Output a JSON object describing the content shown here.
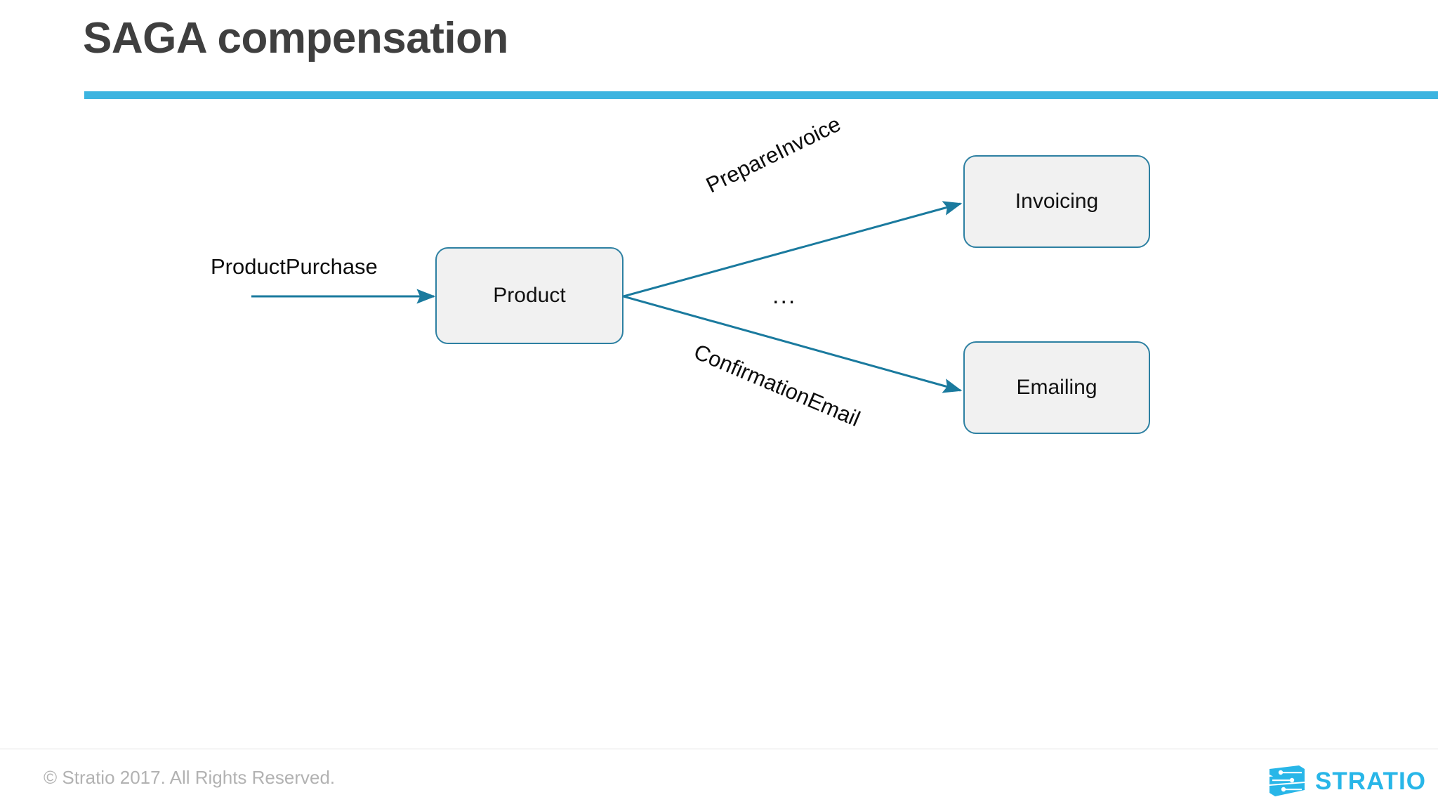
{
  "slide": {
    "title": "SAGA compensation",
    "accent_color": "#3cb4e0",
    "title_color": "#3f3f3f"
  },
  "diagram": {
    "type": "flow-diagram",
    "node_fill": "#f1f1f1",
    "node_border_color": "#2d80a2",
    "edge_color": "#1a7a9e",
    "nodes": [
      {
        "id": "product",
        "label": "Product"
      },
      {
        "id": "invoicing",
        "label": "Invoicing"
      },
      {
        "id": "emailing",
        "label": "Emailing"
      }
    ],
    "edges": [
      {
        "id": "in",
        "label": "ProductPurchase",
        "from": "",
        "to": "product",
        "direction": "horizontal"
      },
      {
        "id": "invoice",
        "label": "PrepareInvoice",
        "from": "product",
        "to": "invoicing",
        "direction": "up-right"
      },
      {
        "id": "email",
        "label": "ConfirmationEmail",
        "from": "product",
        "to": "emailing",
        "direction": "down-right"
      }
    ],
    "annotations": [
      {
        "id": "ellipsis",
        "label": "..."
      }
    ]
  },
  "footer": {
    "copyright": "© Stratio 2017. All Rights Reserved.",
    "brand": "STRATIO",
    "brand_color": "#28b6e8"
  }
}
